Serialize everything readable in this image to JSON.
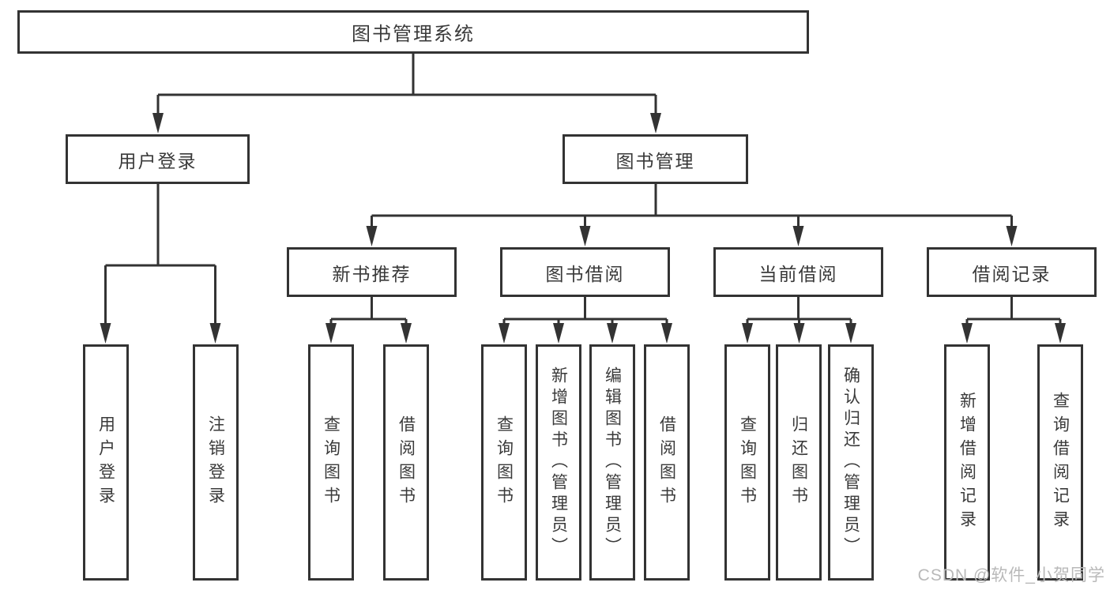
{
  "colors": {
    "background": "#ffffff",
    "line": "#333333",
    "text": "#3a3a3a",
    "watermark": "#b9b9b9"
  },
  "root": {
    "label": "图书管理系统"
  },
  "branches": [
    {
      "label": "用户登录",
      "children": [
        "用户登录",
        "注销登录"
      ]
    },
    {
      "label": "图书管理",
      "sub": [
        {
          "label": "新书推荐",
          "children": [
            "查询图书",
            "借阅图书"
          ]
        },
        {
          "label": "图书借阅",
          "children": [
            "查询图书",
            "新增图书（管理员）",
            "编辑图书（管理员）",
            "借阅图书"
          ]
        },
        {
          "label": "当前借阅",
          "children": [
            "查询图书",
            "归还图书",
            "确认归还（管理员）"
          ]
        },
        {
          "label": "借阅记录",
          "children": [
            "新增借阅记录",
            "查询借阅记录"
          ]
        }
      ]
    }
  ],
  "watermark": "CSDN @软件_小贺同学"
}
